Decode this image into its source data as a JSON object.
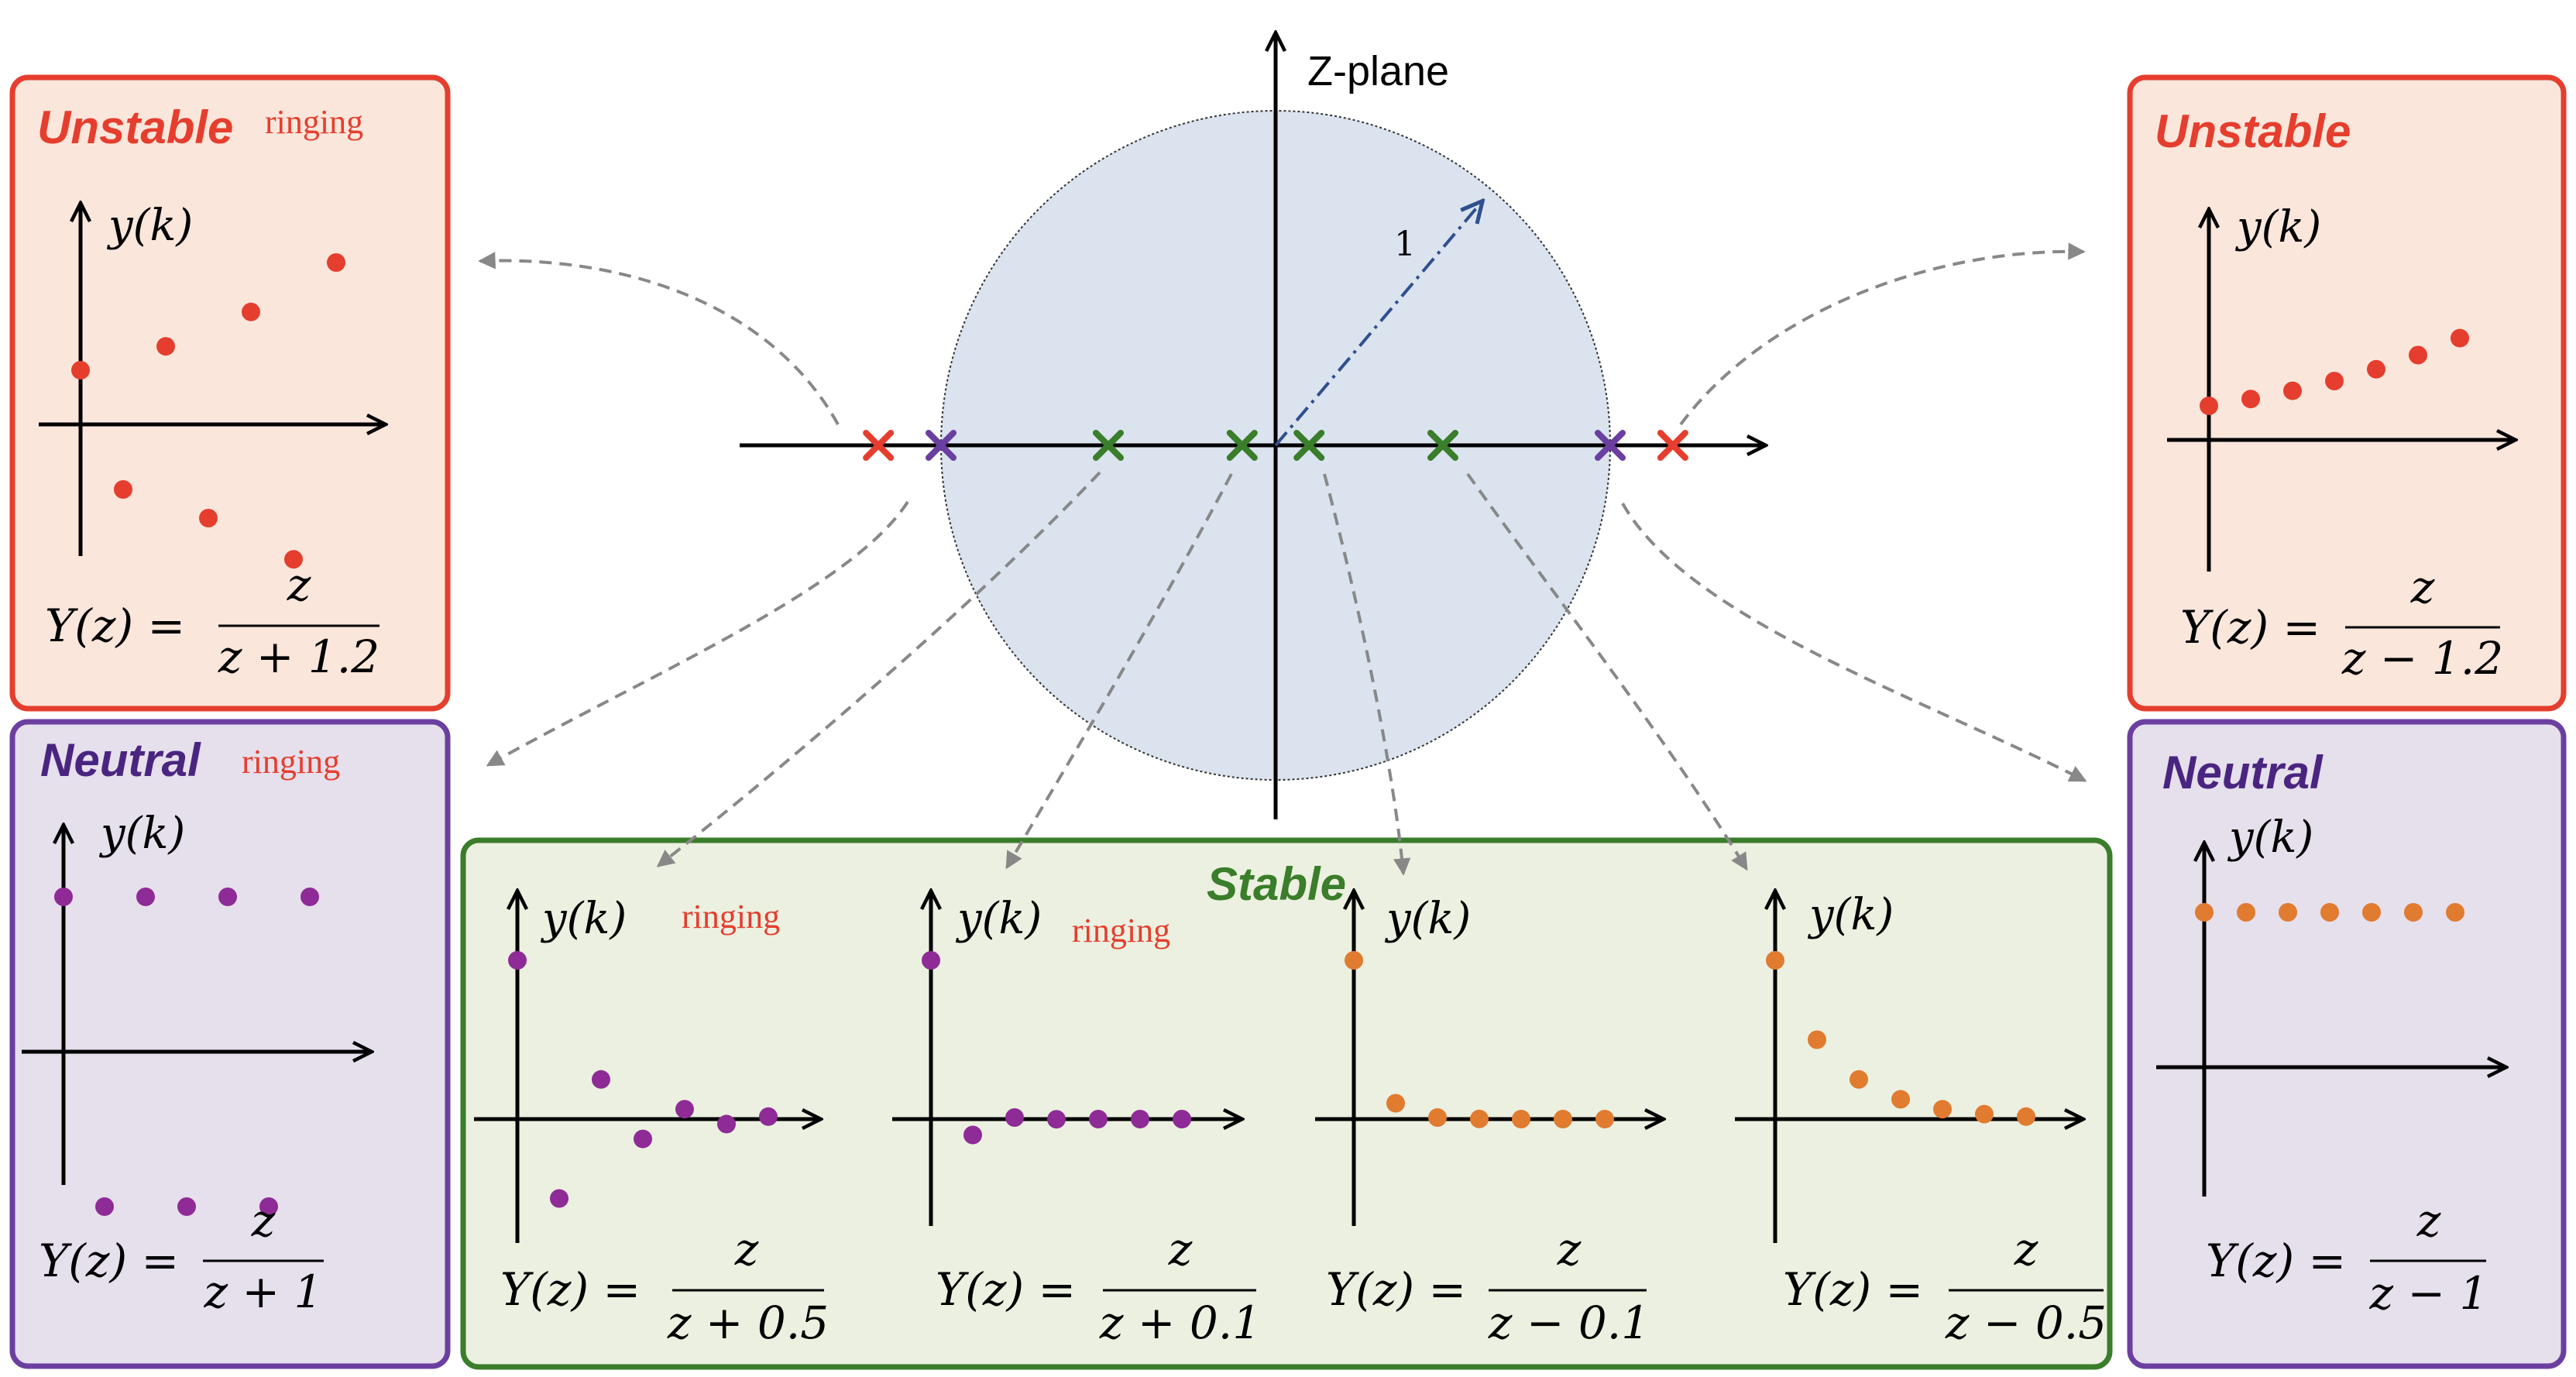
{
  "zplane": {
    "title": "Z-plane",
    "radius_label": "1",
    "poles": [
      {
        "re": -1.2,
        "color": "#e53e2e"
      },
      {
        "re": -1.0,
        "color": "#6b3fa0"
      },
      {
        "re": -0.5,
        "color": "#3a7d2a"
      },
      {
        "re": -0.1,
        "color": "#3a7d2a"
      },
      {
        "re": 0.1,
        "color": "#3a7d2a"
      },
      {
        "re": 0.5,
        "color": "#3a7d2a"
      },
      {
        "re": 1.0,
        "color": "#6b3fa0"
      },
      {
        "re": 1.2,
        "color": "#e53e2e"
      }
    ]
  },
  "colors": {
    "unstable_border": "#e53e2e",
    "unstable_fill": "#fbe6db",
    "neutral_border": "#6b3fa0",
    "neutral_fill": "#e6dfec",
    "stable_border": "#3a7d2a",
    "stable_fill": "#ecf0e0",
    "circle_fill": "#dbe3ef",
    "red_dot": "#e53e2e",
    "purple_dot": "#8e2b96",
    "orange_dot": "#e07b30",
    "ringing_text": "#e53e2e",
    "arrow_gray": "#888888",
    "radius_arrow": "#2f4f8f"
  },
  "panels": {
    "unstable_left": {
      "title": "Unstable",
      "note": "ringing",
      "ylabel": "y(k)",
      "lhs": "Y(z) =",
      "num": "z",
      "den": "z + 1.2",
      "samples": [
        1,
        -1.2,
        1.44,
        -1.728,
        2.0736,
        -2.48832,
        2.985984
      ]
    },
    "unstable_right": {
      "title": "Unstable",
      "ylabel": "y(k)",
      "lhs": "Y(z) =",
      "num": "z",
      "den": "z − 1.2",
      "samples": [
        1,
        1.2,
        1.44,
        1.728,
        2.0736,
        2.48832,
        2.985984
      ]
    },
    "neutral_left": {
      "title": "Neutral",
      "note": "ringing",
      "ylabel": "y(k)",
      "lhs": "Y(z) =",
      "num": "z",
      "den": "z + 1",
      "samples": [
        1,
        -1,
        1,
        -1,
        1,
        -1,
        1
      ]
    },
    "neutral_right": {
      "title": "Neutral",
      "ylabel": "y(k)",
      "lhs": "Y(z) =",
      "num": "z",
      "den": "z − 1",
      "samples": [
        1,
        1,
        1,
        1,
        1,
        1,
        1
      ]
    },
    "stable": {
      "title": "Stable",
      "subplots": [
        {
          "ylabel": "y(k)",
          "note": "ringing",
          "lhs": "Y(z) =",
          "num": "z",
          "den": "z + 0.5",
          "samples": [
            1,
            -0.5,
            0.25,
            -0.125,
            0.0625,
            -0.03125,
            0.015625
          ]
        },
        {
          "ylabel": "y(k)",
          "note": "ringing",
          "lhs": "Y(z) =",
          "num": "z",
          "den": "z + 0.1",
          "samples": [
            1,
            -0.1,
            0.01,
            -0.001,
            0.0001,
            1e-05,
            1e-06
          ]
        },
        {
          "ylabel": "y(k)",
          "lhs": "Y(z) =",
          "num": "z",
          "den": "z − 0.1",
          "samples": [
            1,
            0.1,
            0.01,
            0.001,
            0.0001,
            1e-05,
            1e-06
          ]
        },
        {
          "ylabel": "y(k)",
          "lhs": "Y(z) =",
          "num": "z",
          "den": "z − 0.5",
          "samples": [
            1,
            0.5,
            0.25,
            0.125,
            0.0625,
            0.03125,
            0.015625
          ]
        }
      ]
    }
  }
}
